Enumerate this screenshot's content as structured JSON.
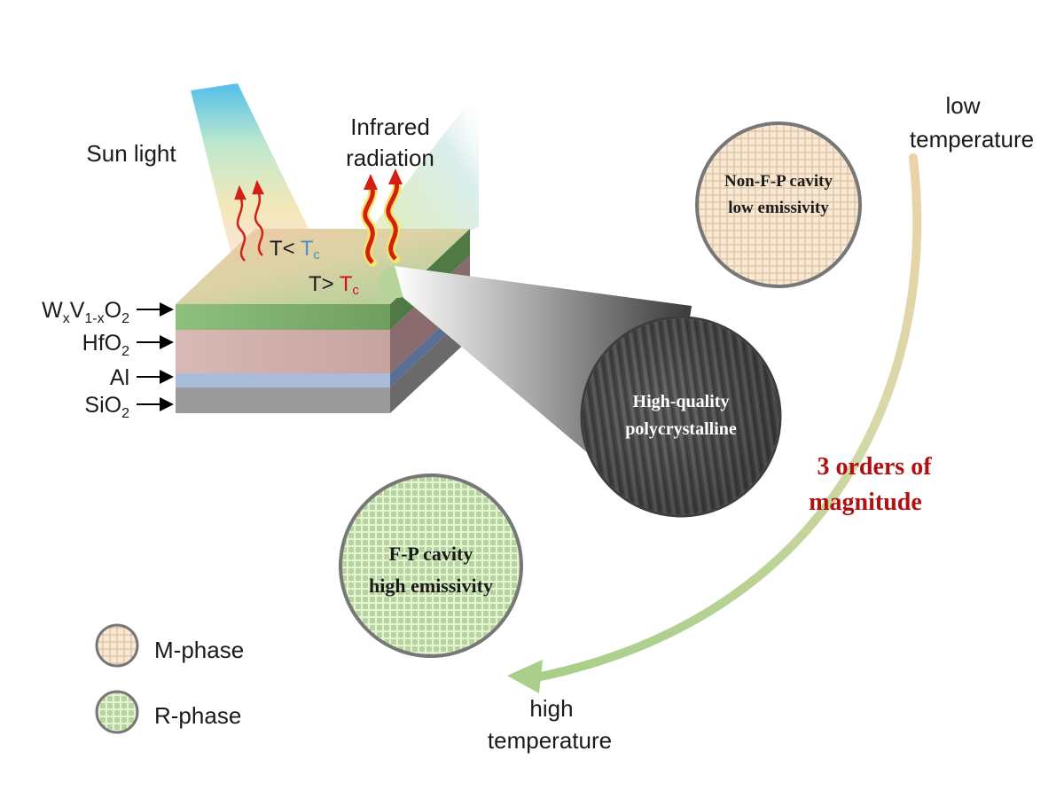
{
  "labels": {
    "sun_light": "Sun light",
    "infrared_line1": "Infrared",
    "infrared_line2": "radiation",
    "t_less": "T<",
    "t_greater": "T>",
    "tc_T": "T",
    "tc_sub": "c",
    "low_temp_line1": "low",
    "low_temp_line2": "temperature",
    "high_temp_line1": "high",
    "high_temp_line2": "temperature",
    "orders_line1": "3 orders of",
    "orders_line2": "magnitude"
  },
  "layers": {
    "wvo2": {
      "main1": "W",
      "sub1": "x",
      "main2": "V",
      "sub2": "1-x",
      "main3": "O",
      "sub3": "2"
    },
    "hfo2": {
      "main": "HfO",
      "sub": "2"
    },
    "al": {
      "main": "Al"
    },
    "sio2": {
      "main": "SiO",
      "sub": "2"
    }
  },
  "circles": {
    "non_fp": {
      "line1": "Non-F-P cavity",
      "line2": "low emissivity"
    },
    "fp": {
      "line1": "F-P cavity",
      "line2": "high emissivity"
    },
    "poly": {
      "line1": "High-quality",
      "line2": "polycrystalline"
    }
  },
  "legend": {
    "m_phase": "M-phase",
    "r_phase": "R-phase"
  },
  "colors": {
    "m_phase_fill": "#f6e6d2",
    "r_phase_fill": "#cfe3b8",
    "cold_tc": "#4a90c8",
    "hot_tc": "#d01010",
    "orders_text": "#b01010",
    "wave_red": "#d42014",
    "wave_glow": "#f8e66a"
  }
}
